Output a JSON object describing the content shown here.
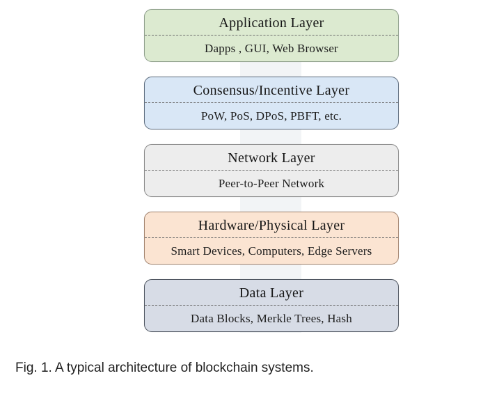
{
  "figure": {
    "caption": "Fig. 1. A typical architecture of blockchain systems.",
    "layers": [
      {
        "title": "Application Layer",
        "subtitle": "Dapps , GUI,  Web Browser",
        "fill": "#dcead0",
        "border": "#8fa08c"
      },
      {
        "title": "Consensus/Incentive Layer",
        "subtitle": "PoW, PoS, DPoS, PBFT, etc.",
        "fill": "#d9e7f6",
        "border": "#5f6e80"
      },
      {
        "title": "Network Layer",
        "subtitle": "Peer-to-Peer Network",
        "fill": "#ededed",
        "border": "#8a8a8a"
      },
      {
        "title": "Hardware/Physical Layer",
        "subtitle": "Smart Devices, Computers, Edge Servers",
        "fill": "#fbe4d2",
        "border": "#a3846f"
      },
      {
        "title": "Data Layer",
        "subtitle": "Data Blocks, Merkle Trees, Hash",
        "fill": "#d7dce6",
        "border": "#4e5560"
      }
    ]
  }
}
